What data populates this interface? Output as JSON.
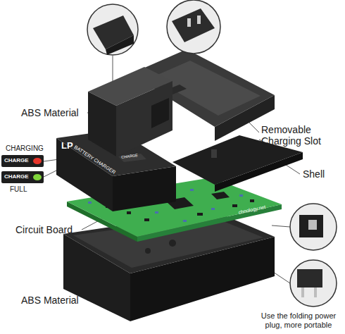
{
  "diagram": {
    "labels": [
      "CHARGING",
      "CHARGE",
      "CHARGE",
      "FULL",
      "ABS Material",
      "BATTERY CHARGER",
      "LP",
      "CHARGE",
      "Removable Charging Slot",
      "Shell",
      "chnology.net",
      "Circuit Board",
      "ABS Material",
      "Use the folding power plug, more portable"
    ]
  }
}
